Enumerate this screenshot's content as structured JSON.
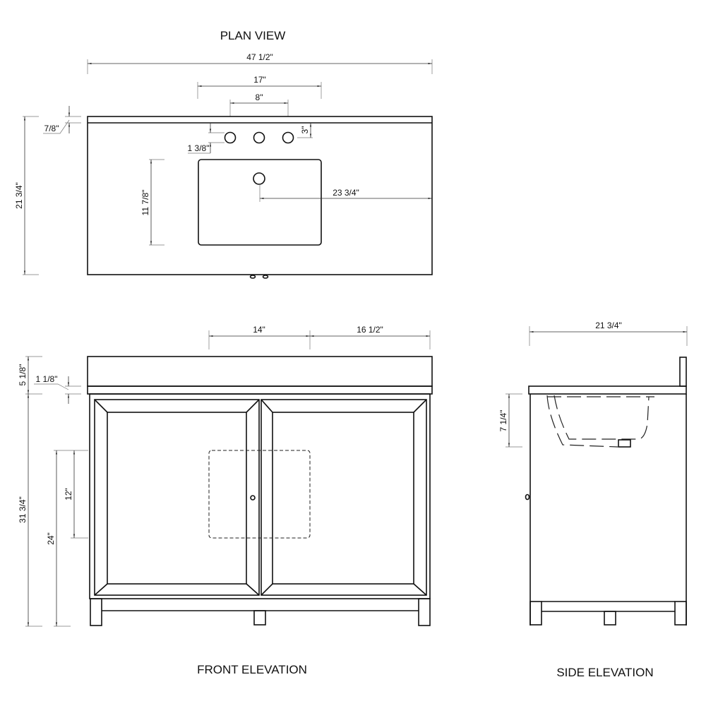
{
  "views": {
    "plan": {
      "title": "PLAN VIEW",
      "dims": {
        "overall_width": "47 1/2\"",
        "faucet_spread_outer": "17\"",
        "faucet_spread": "8\"",
        "backsplash_thickness": "7/8\"",
        "depth": "21 3/4\"",
        "faucet_from_back": "3\"",
        "faucet_hole_offset": "1 3/8\"",
        "sink_depth": "11 7/8\"",
        "drain_from_right": "23 3/4\""
      }
    },
    "front": {
      "title": "FRONT ELEVATION",
      "dims": {
        "center_left": "14\"",
        "center_right": "16 1/2\"",
        "backsplash_height": "5 1/8\"",
        "counter_thickness": "1 1/8\"",
        "height": "31 3/4\"",
        "plumbing_height": "24\"",
        "plumbing_zone": "12\""
      }
    },
    "side": {
      "title": "SIDE ELEVATION",
      "dims": {
        "depth": "21 3/4\"",
        "sink_bowl_depth": "7 1/4\""
      }
    }
  }
}
